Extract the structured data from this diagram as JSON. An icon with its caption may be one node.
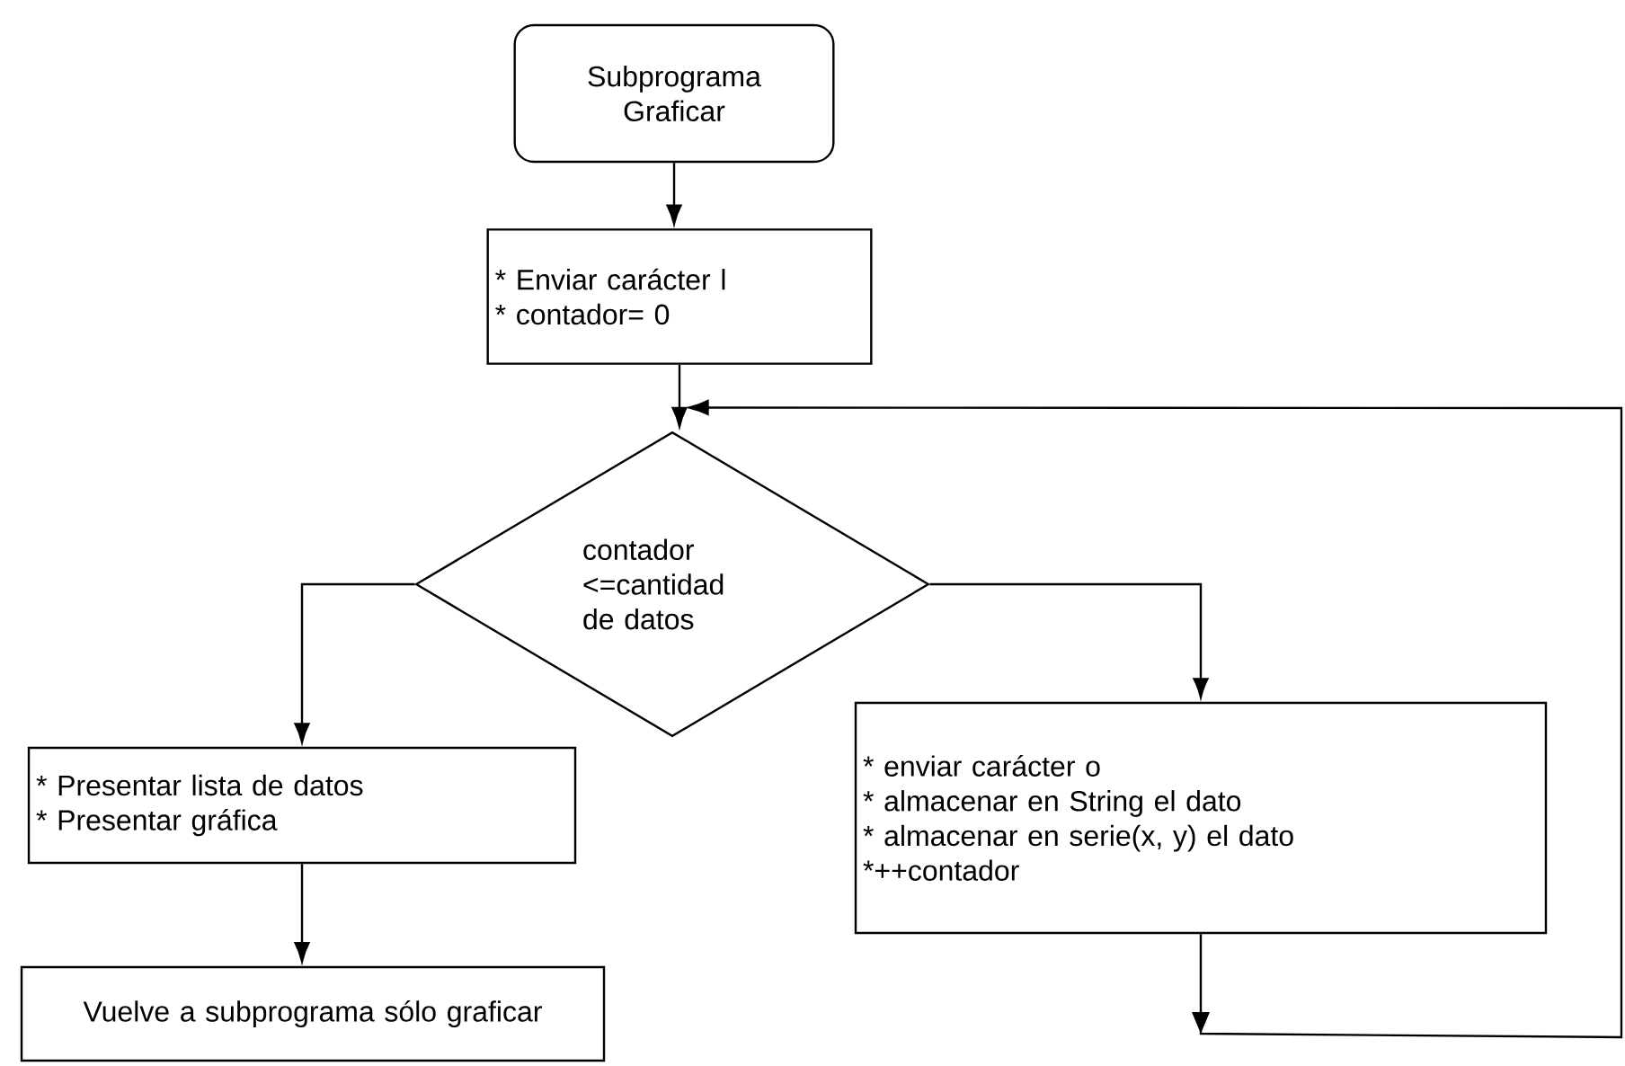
{
  "diagram": {
    "nodes": [
      {
        "text": [
          "Subprograma Graficar"
        ]
      },
      {
        "text": [
          "* Enviar carácter l",
          "* contador= 0"
        ]
      },
      {
        "text": [
          "contador <=cantidad de datos"
        ]
      },
      {
        "text": [
          "* Presentar lista de datos",
          "* Presentar gráfica"
        ]
      },
      {
        "text": [
          "* enviar carácter o",
          "* almacenar en String el dato",
          "* almacenar en serie(x, y) el dato",
          "*++contador"
        ]
      },
      {
        "text": [
          "Vuelve a subprograma sólo graficar"
        ]
      }
    ],
    "edges": [
      {
        "from": 0,
        "to": 1,
        "arrow": "to"
      },
      {
        "from": 1,
        "to": 2,
        "arrow": "to"
      },
      {
        "from": 2,
        "to": 3,
        "arrow": "to"
      },
      {
        "from": 2,
        "to": 4,
        "arrow": "to"
      },
      {
        "from": 3,
        "to": 5,
        "arrow": "to"
      },
      {
        "from": 4,
        "to": 2,
        "arrow": "to"
      }
    ]
  }
}
